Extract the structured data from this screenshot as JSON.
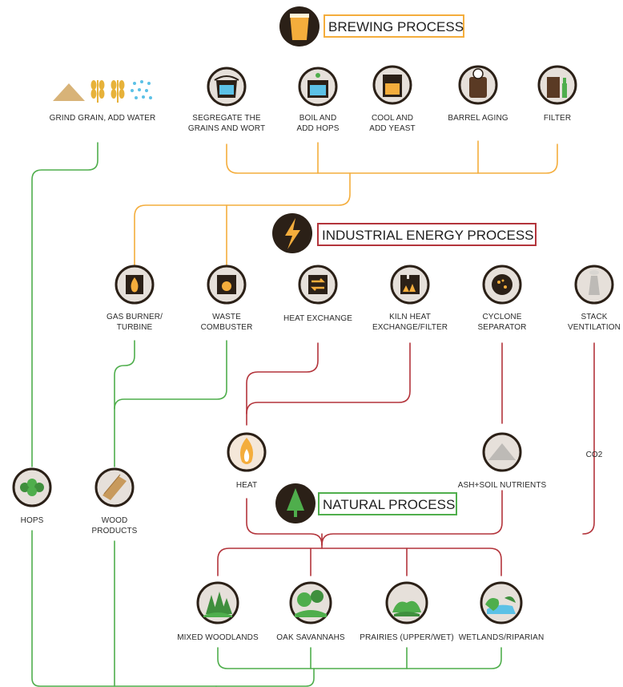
{
  "headers": {
    "brewing": "BREWING PROCESS",
    "industrial": "INDUSTRIAL ENERGY PROCESS",
    "natural": "NATURAL PROCESS"
  },
  "colors": {
    "brewing": "#f4ad3c",
    "industrial": "#b3343b",
    "natural": "#4fae4c",
    "icon_ring": "#2b2017",
    "icon_fill": "#e6e0da"
  },
  "brewing_steps": {
    "grind": "GRIND GRAIN, ADD WATER",
    "segregate": [
      "SEGREGATE THE",
      "GRAINS AND WORT"
    ],
    "boil": [
      "BOIL AND",
      "ADD HOPS"
    ],
    "cool": [
      "COOL AND",
      "ADD YEAST"
    ],
    "barrel": "BARREL AGING",
    "filter": "FILTER"
  },
  "industrial_steps": {
    "gas": [
      "GAS BURNER/",
      "TURBINE"
    ],
    "waste": [
      "WASTE",
      "COMBUSTER"
    ],
    "heat_exchange": "HEAT EXCHANGE",
    "kiln": [
      "KILN HEAT",
      "EXCHANGE/FILTER"
    ],
    "cyclone": [
      "CYCLONE",
      "SEPARATOR"
    ],
    "stack": [
      "STACK",
      "VENTILATION"
    ]
  },
  "outputs": {
    "heat": "HEAT",
    "ash": "ASH+SOIL NUTRIENTS",
    "co2": "CO2",
    "hops": "HOPS",
    "wood": [
      "WOOD",
      "PRODUCTS"
    ]
  },
  "natural_steps": {
    "mixed": "MIXED WOODLANDS",
    "oak": "OAK SAVANNAHS",
    "prairies": "PRAIRIES (UPPER/WET)",
    "wetlands": "WETLANDS/RIPARIAN"
  },
  "icons": {
    "brewing_header": "beer-glass",
    "industrial_header": "lightning-bolt",
    "natural_header": "tree",
    "grind": "grain-wheat-water",
    "segregate": "mash-tun",
    "boil": "boil-kettle",
    "cool": "fermenter",
    "barrel": "barrel-gauge",
    "filter": "filter-bottle",
    "gas": "flame-burner",
    "waste": "combuster",
    "heat_exchange": "exchange-arrows",
    "kiln": "kiln",
    "cyclone": "cyclone",
    "stack": "smokestack",
    "heat": "flame",
    "ash": "ash-pile",
    "hops": "hops",
    "wood": "wood-plank",
    "mixed": "forest",
    "oak": "oak-trees",
    "prairies": "prairie",
    "wetlands": "wetland"
  }
}
